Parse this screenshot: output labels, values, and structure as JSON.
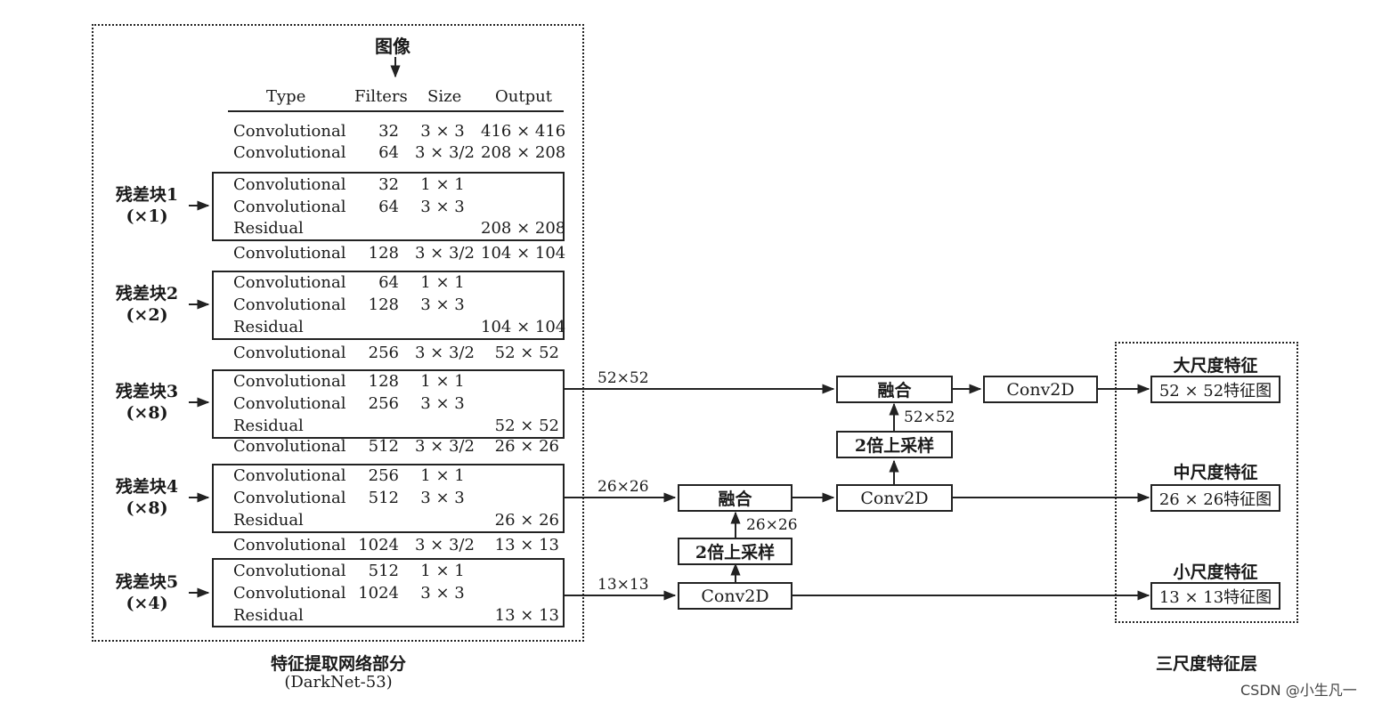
{
  "input_label": "图像",
  "table": {
    "headers": [
      "Type",
      "Filters",
      "Size",
      "Output"
    ],
    "rows": [
      [
        "Convolutional",
        "32",
        "3 × 3",
        "416 × 416"
      ],
      [
        "Convolutional",
        "64",
        "3 × 3/2",
        "208 × 208"
      ],
      [
        "Convolutional",
        "32",
        "1 × 1",
        ""
      ],
      [
        "Convolutional",
        "64",
        "3 × 3",
        ""
      ],
      [
        "Residual",
        "",
        "",
        "208 × 208"
      ],
      [
        "Convolutional",
        "128",
        "3 × 3/2",
        "104 × 104"
      ],
      [
        "Convolutional",
        "64",
        "1 × 1",
        ""
      ],
      [
        "Convolutional",
        "128",
        "3 × 3",
        ""
      ],
      [
        "Residual",
        "",
        "",
        "104 × 104"
      ],
      [
        "Convolutional",
        "256",
        "3 × 3/2",
        "52 × 52"
      ],
      [
        "Convolutional",
        "128",
        "1 × 1",
        ""
      ],
      [
        "Convolutional",
        "256",
        "3 × 3",
        ""
      ],
      [
        "Residual",
        "",
        "",
        "52 × 52"
      ],
      [
        "Convolutional",
        "512",
        "3 × 3/2",
        "26 × 26"
      ],
      [
        "Convolutional",
        "256",
        "1 × 1",
        ""
      ],
      [
        "Convolutional",
        "512",
        "3 × 3",
        ""
      ],
      [
        "Residual",
        "",
        "",
        "26 × 26"
      ],
      [
        "Convolutional",
        "1024",
        "3 × 3/2",
        "13 × 13"
      ],
      [
        "Convolutional",
        "512",
        "1 × 1",
        ""
      ],
      [
        "Convolutional",
        "1024",
        "3 × 3",
        ""
      ],
      [
        "Residual",
        "",
        "",
        "13 × 13"
      ]
    ]
  },
  "residual_blocks": [
    {
      "name": "残差块1",
      "repeat": "(×1)"
    },
    {
      "name": "残差块2",
      "repeat": "(×2)"
    },
    {
      "name": "残差块3",
      "repeat": "(×8)"
    },
    {
      "name": "残差块4",
      "repeat": "(×8)"
    },
    {
      "name": "残差块5",
      "repeat": "(×4)"
    }
  ],
  "backbone_title": "特征提取网络部分",
  "backbone_subtitle": "(DarkNet-53)",
  "nodes": {
    "fuse_large": "融合",
    "conv_large": "Conv2D",
    "upsample_mid": "2倍上采样",
    "fuse_mid": "融合",
    "conv_mid": "Conv2D",
    "upsample_small": "2倍上采样",
    "conv_small": "Conv2D"
  },
  "edge_labels": {
    "from_block3": "52×52",
    "from_block4": "26×26",
    "from_block5": "13×13",
    "upsample_large_out": "52×52",
    "upsample_mid_out": "26×26"
  },
  "outputs": [
    {
      "title": "大尺度特征",
      "box": "52 × 52特征图"
    },
    {
      "title": "中尺度特征",
      "box": "26 × 26特征图"
    },
    {
      "title": "小尺度特征",
      "box": "13 × 13特征图"
    }
  ],
  "output_panel_title": "三尺度特征层",
  "watermark": "CSDN @小生凡一"
}
